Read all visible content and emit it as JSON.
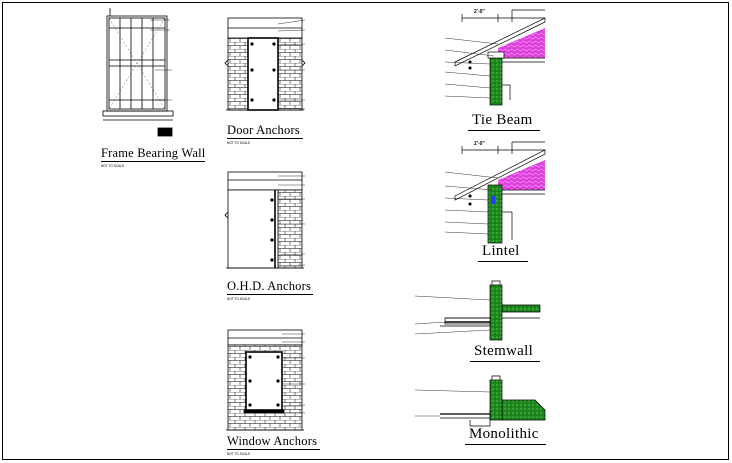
{
  "titles": {
    "frame_bearing_wall": "Frame Bearing Wall",
    "door_anchors": "Door Anchors",
    "ohd_anchors": "O.H.D. Anchors",
    "window_anchors": "Window Anchors",
    "tie_beam": "Tie Beam",
    "lintel": "Lintel",
    "stemwall": "Stemwall",
    "monolithic": "Monolithic"
  },
  "scale_note": "NOT TO SCALE",
  "dimensions": {
    "tie_beam_overhang": "2'-0\"",
    "lintel_overhang": "2'-0\""
  },
  "colors": {
    "line": "#000000",
    "insulation": "#e040e0",
    "concrete": "#1e8a1e",
    "column_blue": "#1f3fff"
  }
}
